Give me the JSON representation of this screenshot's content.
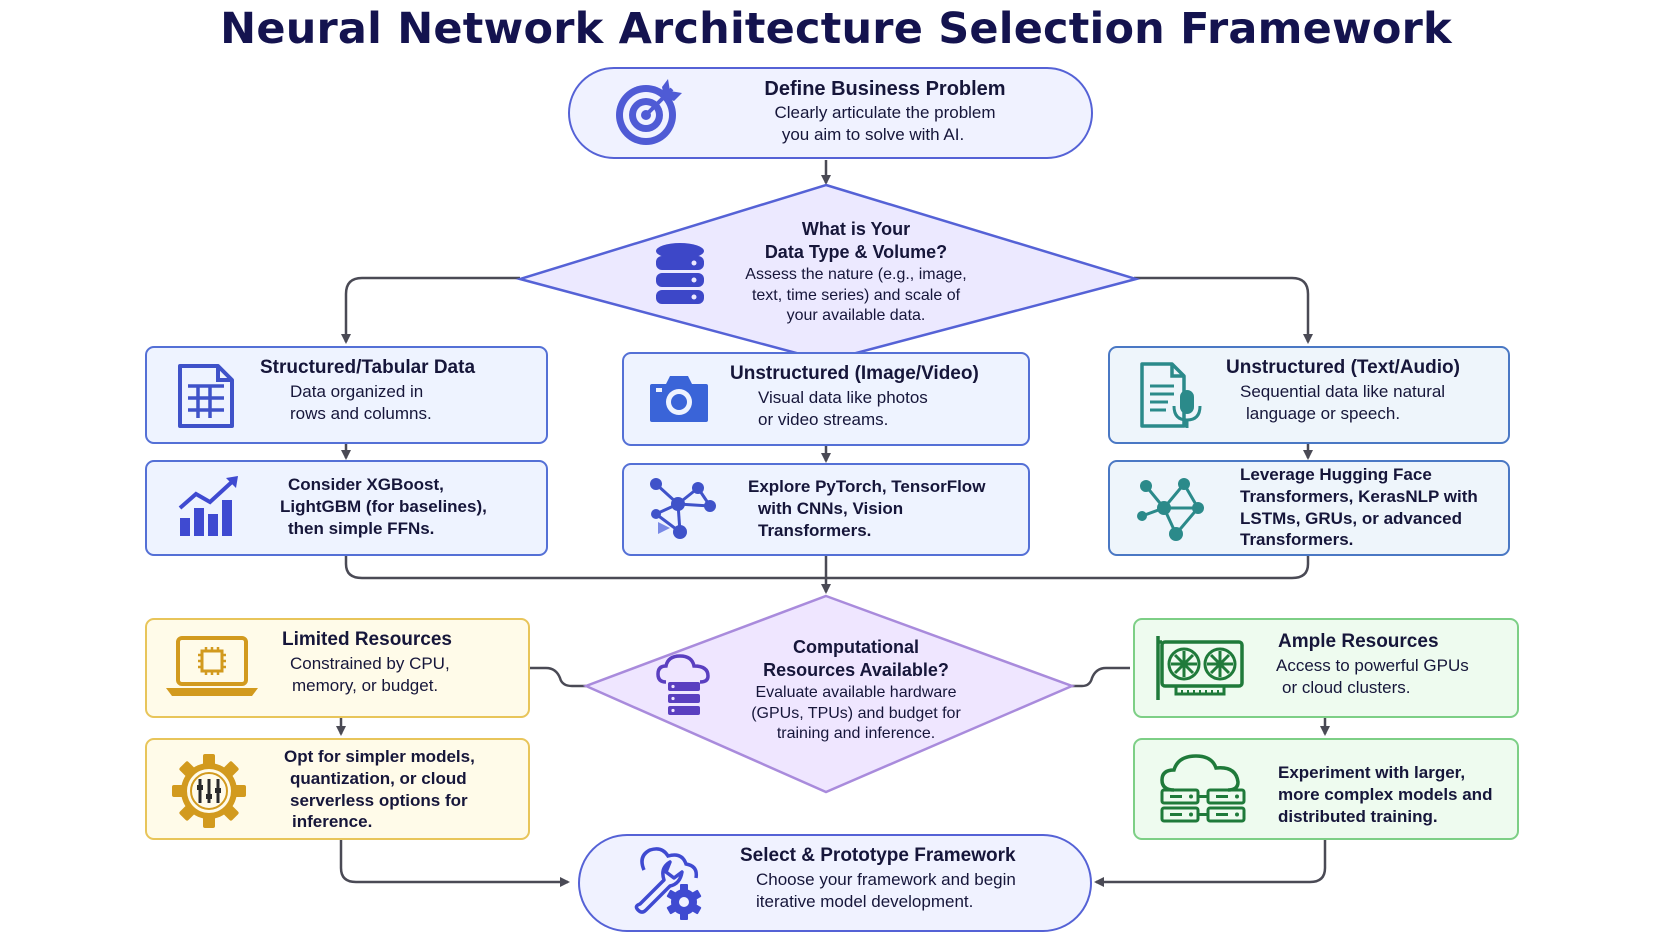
{
  "title": "Neural Network Architecture Selection Framework",
  "define": {
    "title": "Define Business Problem",
    "desc": [
      "Clearly articulate the problem",
      "you aim to solve with AI."
    ]
  },
  "data_decision": {
    "title": [
      "What is Your",
      "Data Type & Volume?"
    ],
    "desc": [
      "Assess the nature (e.g., image,",
      "text, time series) and scale of",
      "your available data."
    ]
  },
  "structured": {
    "title": "Structured/Tabular Data",
    "desc": [
      "Data organized in",
      "rows and columns."
    ],
    "action": [
      "Consider XGBoost,",
      "LightGBM (for baselines),",
      "then simple FFNs."
    ]
  },
  "image": {
    "title": "Unstructured (Image/Video)",
    "desc": [
      "Visual data like photos",
      "or video streams."
    ],
    "action": [
      "Explore PyTorch, TensorFlow",
      "with CNNs, Vision",
      "Transformers."
    ]
  },
  "text": {
    "title": "Unstructured (Text/Audio)",
    "desc": [
      "Sequential data like natural",
      "language or speech."
    ],
    "action": [
      "Leverage Hugging Face",
      "Transformers, KerasNLP with",
      "LSTMs, GRUs, or advanced",
      "Transformers."
    ]
  },
  "compute_decision": {
    "title": [
      "Computational",
      "Resources Available?"
    ],
    "desc": [
      "Evaluate available hardware",
      "(GPUs, TPUs) and budget for",
      "training and inference."
    ]
  },
  "limited": {
    "title": "Limited Resources",
    "desc": [
      "Constrained by CPU,",
      "memory, or budget."
    ],
    "action": [
      "Opt for simpler models,",
      "quantization, or cloud",
      "serverless options for",
      "inference."
    ]
  },
  "ample": {
    "title": "Ample Resources",
    "desc": [
      "Access to powerful GPUs",
      "or cloud clusters."
    ],
    "action": [
      "Experiment with larger,",
      "more complex models and",
      "distributed training."
    ]
  },
  "select": {
    "title": "Select & Prototype Framework",
    "desc": [
      "Choose your framework and begin",
      "iterative model development."
    ]
  },
  "icons": [
    "target-icon",
    "database-icon",
    "spreadsheet-icon",
    "camera-icon",
    "document-microphone-icon",
    "bar-chart-growth-icon",
    "network-graph-icon",
    "network-graph-icon",
    "laptop-chip-icon",
    "gear-sliders-icon",
    "gpu-card-icon",
    "cloud-servers-icon",
    "cloud-server-icon",
    "wrench-gear-icon"
  ],
  "colors": {
    "title": "#14134f",
    "primary_border": "#5562d6",
    "decision_fill": "#ece9ff",
    "compute_decision_fill": "#efe6ff",
    "limited_border": "#e8c55a",
    "ample_border": "#7dcf86",
    "connector": "#4a4a55"
  }
}
